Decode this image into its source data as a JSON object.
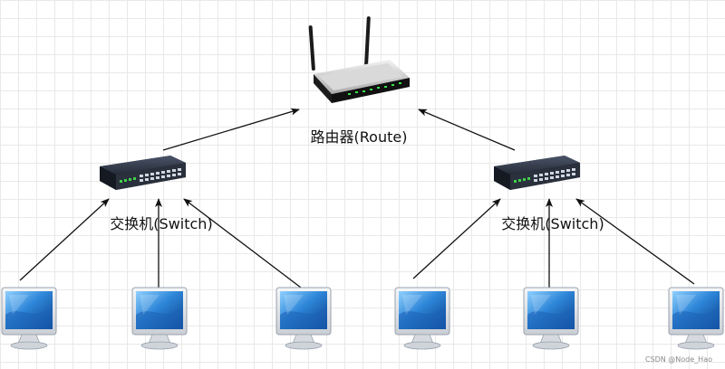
{
  "router": {
    "label": "路由器(Route)"
  },
  "switches": [
    {
      "label": "交换机(Switch)"
    },
    {
      "label": "交换机(Switch)"
    }
  ],
  "computers": [
    {
      "icon": "monitor-icon"
    },
    {
      "icon": "monitor-icon"
    },
    {
      "icon": "monitor-icon"
    },
    {
      "icon": "monitor-icon"
    },
    {
      "icon": "monitor-icon"
    },
    {
      "icon": "monitor-icon"
    }
  ],
  "edges": [
    {
      "from": "switch-1",
      "to": "router"
    },
    {
      "from": "switch-2",
      "to": "router"
    },
    {
      "from": "computer-1",
      "to": "switch-1"
    },
    {
      "from": "computer-2",
      "to": "switch-1"
    },
    {
      "from": "computer-3",
      "to": "switch-1"
    },
    {
      "from": "computer-4",
      "to": "switch-2"
    },
    {
      "from": "computer-5",
      "to": "switch-2"
    },
    {
      "from": "computer-6",
      "to": "switch-2"
    }
  ],
  "watermark": "CSDN @Node_Hao",
  "colors": {
    "screen": "#2e86d8",
    "bezel": "#dfe3e8",
    "switch_body": "#3a4254",
    "port_led": "#3fd04a",
    "arrow": "#111111"
  }
}
